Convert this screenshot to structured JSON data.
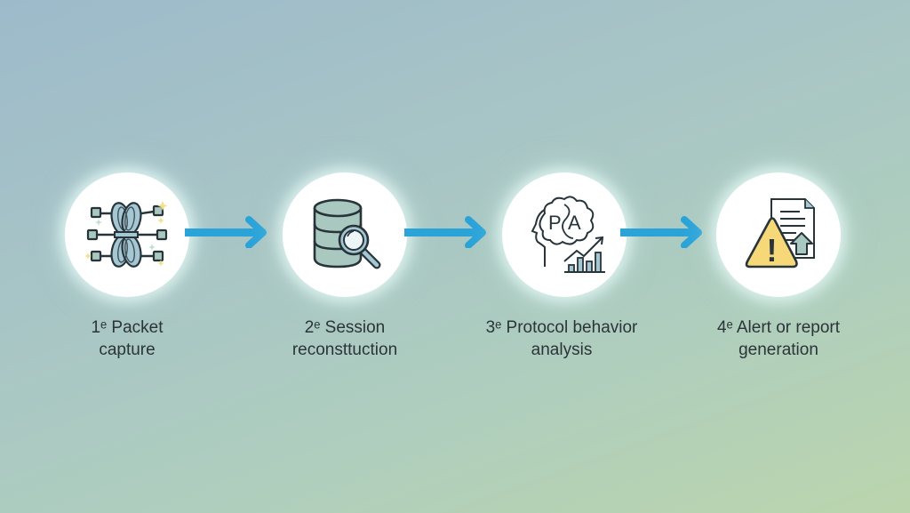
{
  "colors": {
    "arrow": "#2aa3d9",
    "icon_stroke": "#27343a",
    "icon_fill_teal": "#a9c8bf",
    "icon_fill_blue": "#a5c7d3",
    "warning_fill": "#f7d878",
    "sparkle": "#f2e08a"
  },
  "steps": [
    {
      "number": "1ᵉ",
      "title_line1": "Packet",
      "title_line2": "capture",
      "icon": "cable-bundle-icon"
    },
    {
      "number": "2ᵉ",
      "title_line1": "Session",
      "title_line2": "reconsttuction",
      "icon": "database-search-icon"
    },
    {
      "number": "3ᵉ",
      "title_line1": "Protocol behavior",
      "title_line2": "analysis",
      "icon": "head-chart-icon",
      "icon_letters": [
        "P",
        "A"
      ]
    },
    {
      "number": "4ᵉ",
      "title_line1": "Alert or report",
      "title_line2": "generation",
      "icon": "alert-report-icon",
      "icon_symbol": "!"
    }
  ],
  "arrows": [
    "arrow-right",
    "arrow-right",
    "arrow-right"
  ]
}
